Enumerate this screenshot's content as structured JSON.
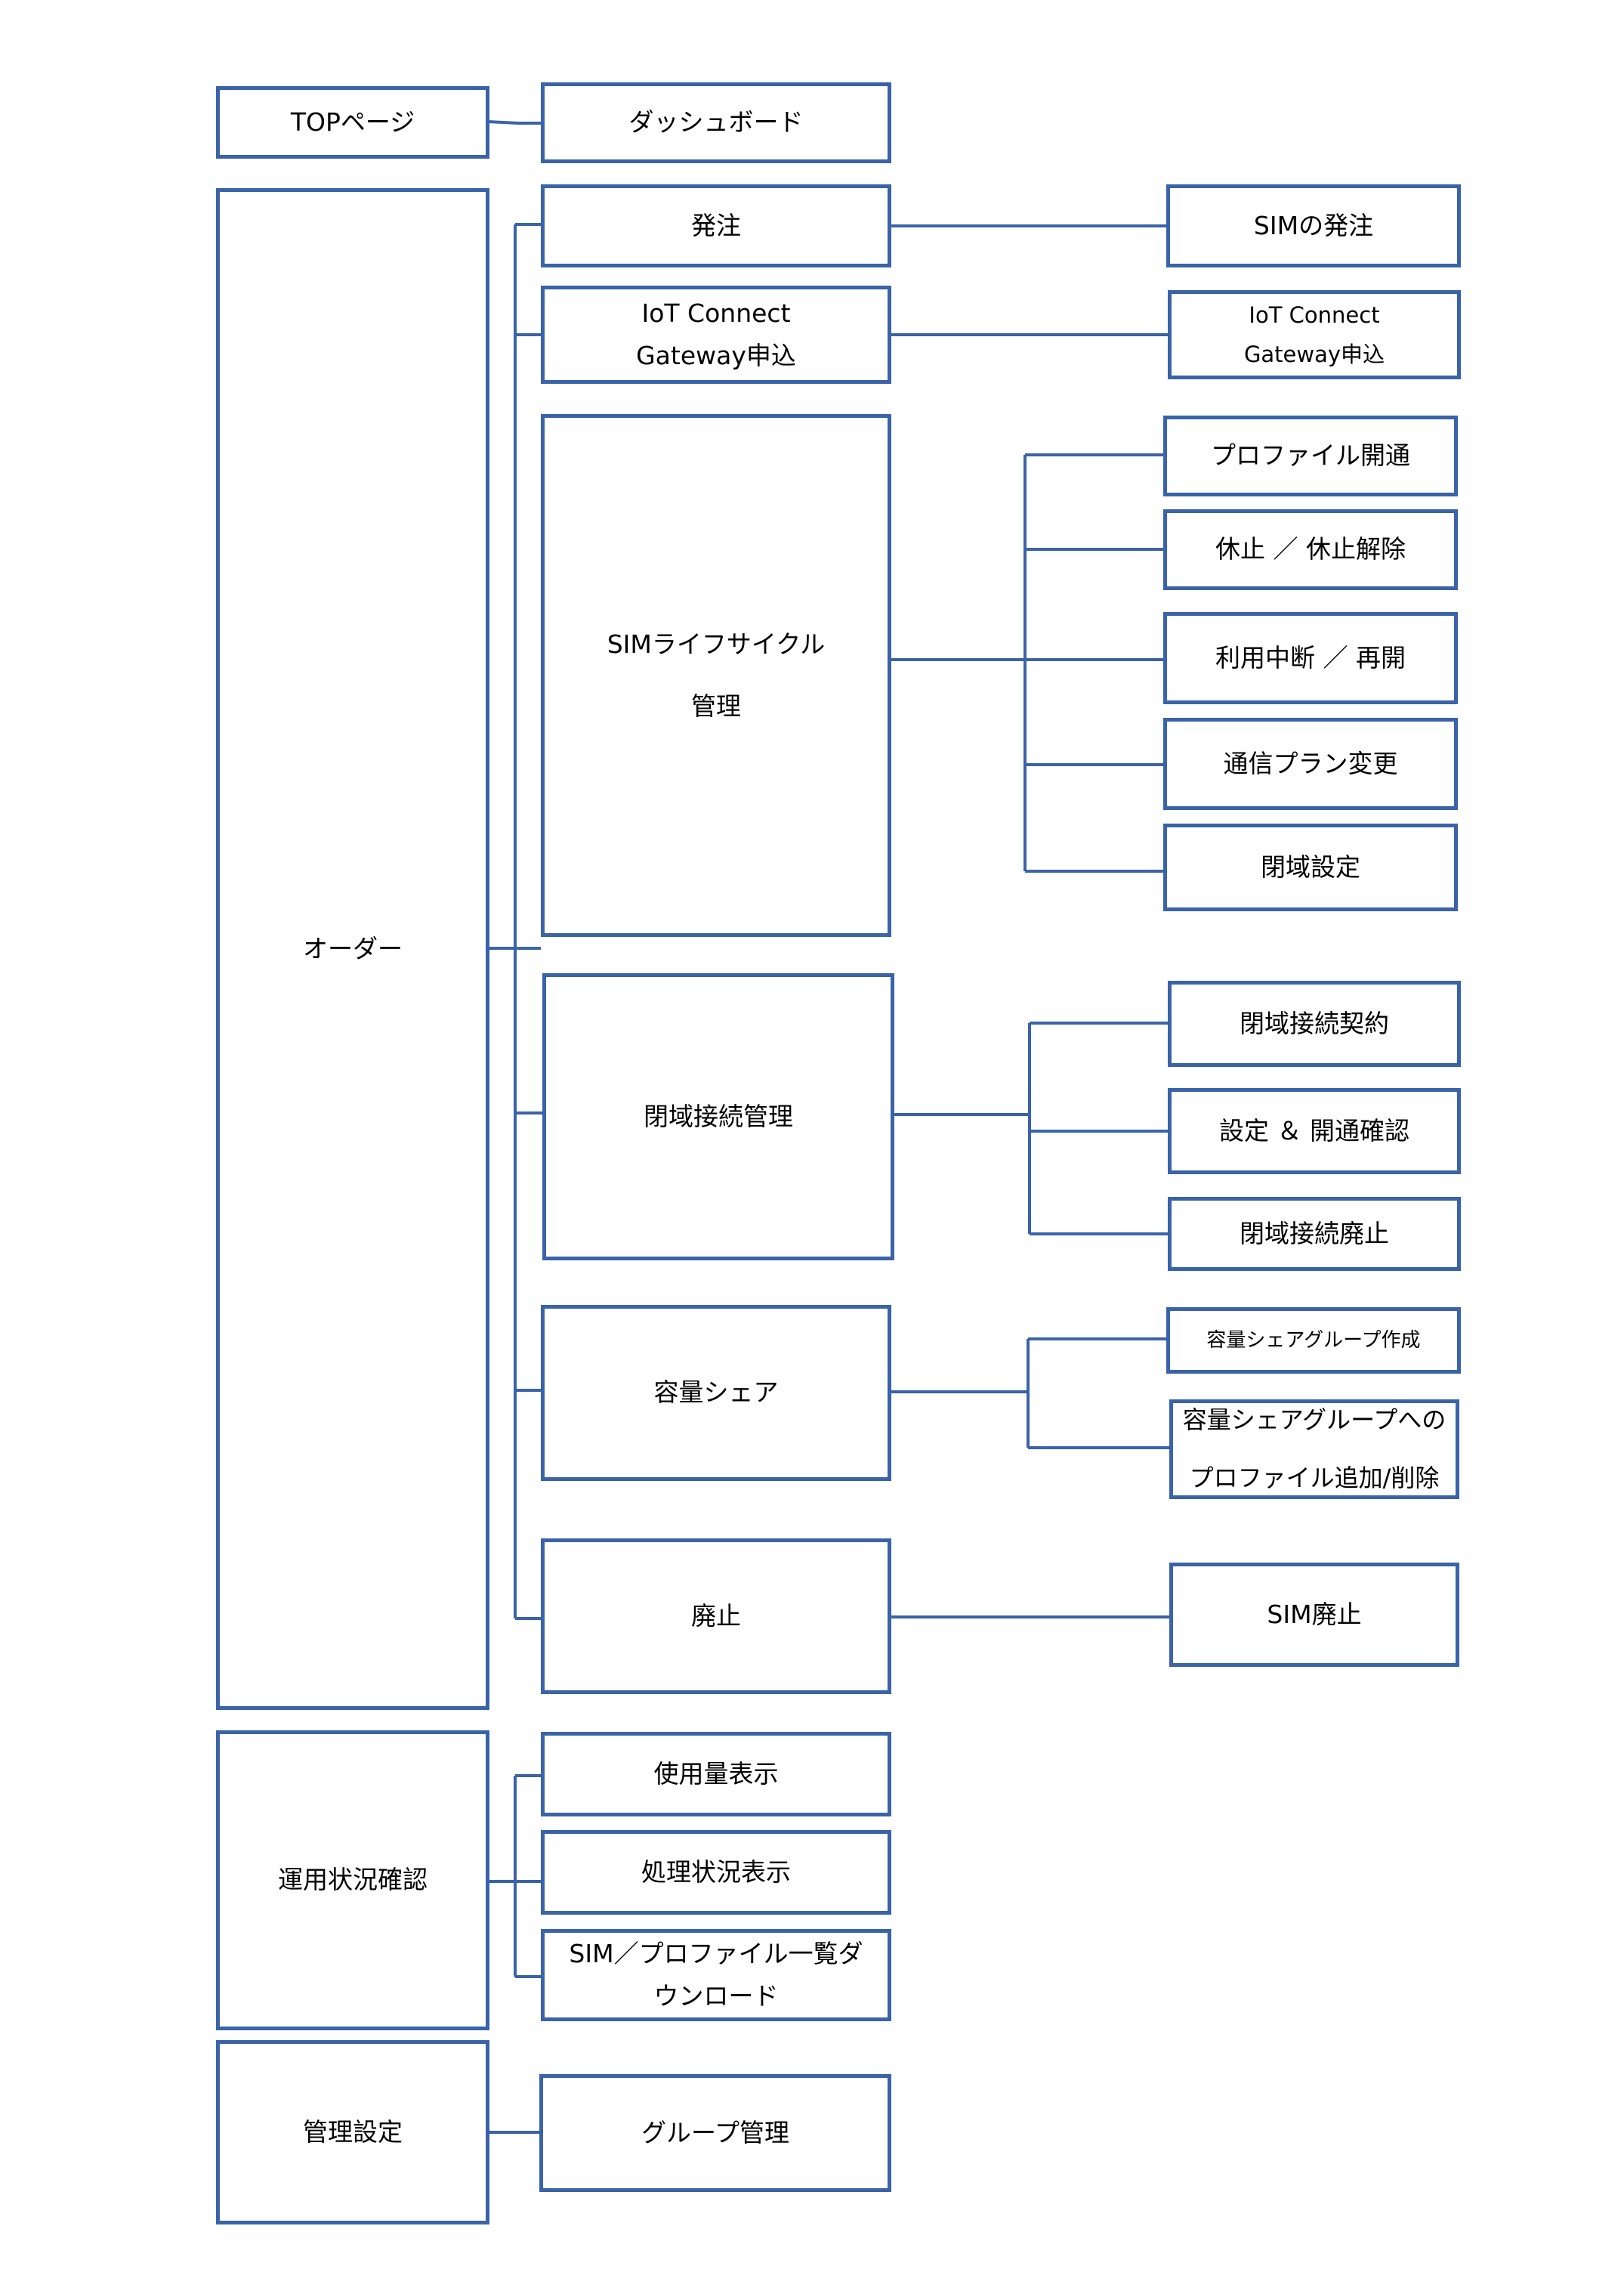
{
  "colors": {
    "border": "#3a63a8",
    "line": "#3a63a8"
  },
  "nodes": {
    "top_page": "TOPページ",
    "dashboard": "ダッシュボード",
    "order": "オーダー",
    "hatchu": "発注",
    "sim_hatchu": "SIMの発注",
    "iot_connect_1": "IoT Connect",
    "iot_connect_2": "Gateway申込",
    "iot_connect_r1": "IoT Connect",
    "iot_connect_r2": "Gateway申込",
    "lifecycle_1": "SIMライフサイクル",
    "lifecycle_2": "管理",
    "profile_open": "プロファイル開通",
    "suspend": "休止 ／ 休止解除",
    "interrupt": "利用中断 ／ 再開",
    "plan_change": "通信プラン変更",
    "closed_setting": "閉域設定",
    "closed_mgmt": "閉域接続管理",
    "closed_contract": "閉域接続契約",
    "setting_confirm": "設定 ＆ 開通確認",
    "closed_abolish": "閉域接続廃止",
    "capacity_share": "容量シェア",
    "share_group_create": "容量シェアグループ作成",
    "share_group_add_1": "容量シェアグループへの",
    "share_group_add_2": "プロファイル追加/削除",
    "haishi": "廃止",
    "sim_haishi": "SIM廃止",
    "ops_status": "運用状況確認",
    "usage_display": "使用量表示",
    "process_display": "処理状況表示",
    "download_1": "SIM／プロファイル一覧ダ",
    "download_2": "ウンロード",
    "admin_settings": "管理設定",
    "group_mgmt": "グループ管理"
  }
}
